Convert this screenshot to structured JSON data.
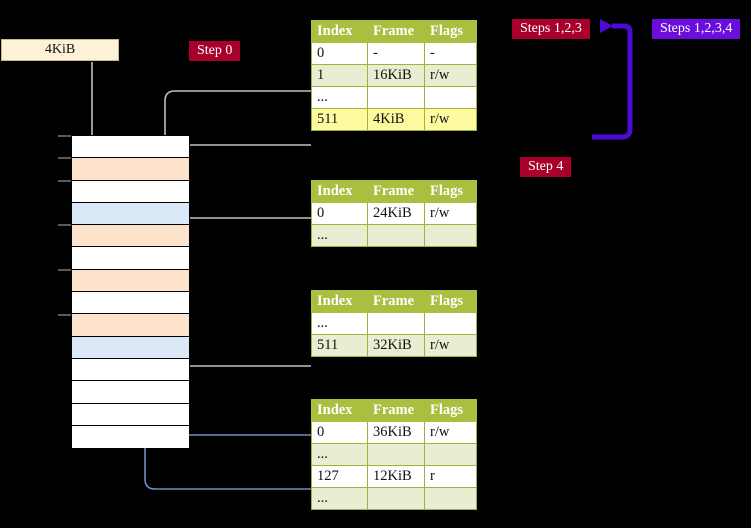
{
  "diagram": {
    "title_hidden": "",
    "labels": {
      "kib_box": "4KiB",
      "step0": "Step 0",
      "step4": "Step 4",
      "steps123": "Steps 1,2,3",
      "steps1234": "Steps 1,2,3,4"
    },
    "colors": {
      "crimson": "#a8002a",
      "violet": "#6a0ddd",
      "table_header": "#a8bf3f",
      "table_border": "#9fb33a",
      "row_tint": "#e9eed3",
      "highlight": "#fdfaa0",
      "mem_peach": "#fde3cc",
      "mem_blue": "#dbe8f7",
      "kib_fill": "#fdf1d7",
      "arrow_gray": "#b9b9b9",
      "arrow_blue": "#5b7ebd",
      "background": "#000000"
    },
    "columns": [
      "Index",
      "Frame",
      "Flags"
    ],
    "tables": [
      {
        "name": "page-table-1",
        "rows": [
          {
            "index": "0",
            "frame": "-",
            "flags": "-",
            "style": "white",
            "highlight": false
          },
          {
            "index": "1",
            "frame": "16KiB",
            "flags": "r/w",
            "style": "tint",
            "highlight": false
          },
          {
            "index": "...",
            "frame": "",
            "flags": "",
            "style": "white",
            "highlight": false
          },
          {
            "index": "511",
            "frame": "4KiB",
            "flags": "r/w",
            "style": "tint",
            "highlight": true
          }
        ]
      },
      {
        "name": "page-table-2",
        "rows": [
          {
            "index": "0",
            "frame": "24KiB",
            "flags": "r/w",
            "style": "white",
            "highlight": false
          },
          {
            "index": "...",
            "frame": "",
            "flags": "",
            "style": "tint",
            "highlight": false
          }
        ]
      },
      {
        "name": "page-table-3",
        "rows": [
          {
            "index": "...",
            "frame": "",
            "flags": "",
            "style": "white",
            "highlight": false
          },
          {
            "index": "511",
            "frame": "32KiB",
            "flags": "r/w",
            "style": "tint",
            "highlight": false
          }
        ]
      },
      {
        "name": "page-table-4",
        "rows": [
          {
            "index": "0",
            "frame": "36KiB",
            "flags": "r/w",
            "style": "white",
            "highlight": false
          },
          {
            "index": "...",
            "frame": "",
            "flags": "",
            "style": "tint",
            "highlight": false
          },
          {
            "index": "127",
            "frame": "12KiB",
            "flags": "r",
            "style": "white",
            "highlight": false
          },
          {
            "index": "...",
            "frame": "",
            "flags": "",
            "style": "tint",
            "highlight": false
          }
        ]
      }
    ],
    "memory_column": {
      "name": "physical-memory-column",
      "rows": [
        {
          "fill": "white"
        },
        {
          "fill": "peach"
        },
        {
          "fill": "white"
        },
        {
          "fill": "blue"
        },
        {
          "fill": "peach"
        },
        {
          "fill": "white"
        },
        {
          "fill": "peach"
        },
        {
          "fill": "white"
        },
        {
          "fill": "peach"
        },
        {
          "fill": "blue"
        },
        {
          "fill": "white"
        },
        {
          "fill": "white"
        },
        {
          "fill": "white"
        },
        {
          "fill": "white"
        }
      ]
    }
  }
}
